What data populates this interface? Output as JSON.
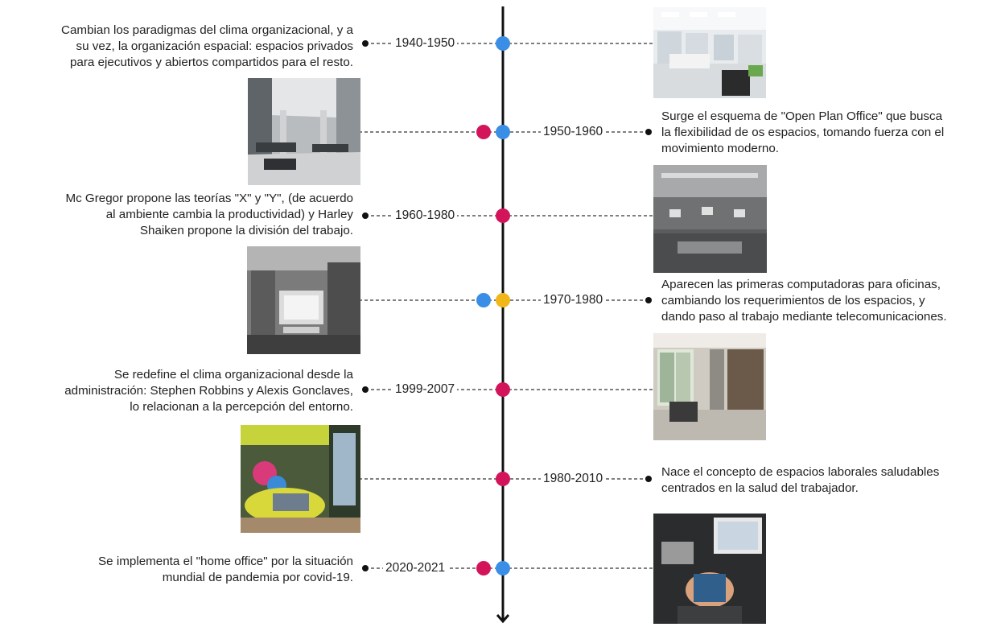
{
  "colors": {
    "axis": "#111111",
    "blue": "#3b8ee6",
    "magenta": "#d3145a",
    "yellow": "#f0b61a",
    "connector": "#333333"
  },
  "events": [
    {
      "date": "1940-1950",
      "text": "Cambian los paradigmas del clima organizacional, y a\nsu vez, la organización espacial: espacios privados\npara ejecutivos y abiertos compartidos para el resto.",
      "side": "left",
      "dots": [
        "blue"
      ],
      "photo_side": "right",
      "photo": "open-office-cubicles-photo"
    },
    {
      "date": "1950-1960",
      "text": "Surge el esquema de \"Open Plan Office\" que busca\nla flexibilidad de os espacios, tomando fuerza con el\nmovimiento moderno.",
      "side": "right",
      "dots": [
        "magenta",
        "blue"
      ],
      "photo_side": "left",
      "photo": "open-plan-hall-photo"
    },
    {
      "date": "1960-1980",
      "text": "Mc Gregor propone las teorías \"X\" y \"Y\", (de acuerdo\nal ambiente cambia la productividad) y Harley\nShaiken propone la división del trabajo.",
      "side": "left",
      "dots": [
        "magenta"
      ],
      "photo_side": "right",
      "photo": "gray-office-photo"
    },
    {
      "date": "1970-1980",
      "text": "Aparecen las primeras computadoras para oficinas,\ncambiando los requerimientos de los espacios, y\ndando paso al trabajo mediante telecomunicaciones.",
      "side": "right",
      "dots": [
        "blue",
        "yellow"
      ],
      "photo_side": "left",
      "photo": "computer-cubicle-photo"
    },
    {
      "date": "1999-2007",
      "text": "Se redefine el clima organizacional desde la\nadministración: Stephen Robbins y Alexis Gonclaves,\nlo relacionan a la percepción del entorno.",
      "side": "left",
      "dots": [
        "magenta"
      ],
      "photo_side": "right",
      "photo": "modern-office-photo"
    },
    {
      "date": "1980-2010",
      "text": "Nace el concepto de espacios laborales saludables\ncentrados en la salud del trabajador.",
      "side": "right",
      "dots": [
        "magenta"
      ],
      "photo_side": "left",
      "photo": "colorful-lounge-photo"
    },
    {
      "date": "2020-2021",
      "text": "Se implementa el \"home office\" por la situación\nmundial de pandemia por covid-19.",
      "side": "left",
      "dots": [
        "magenta",
        "blue"
      ],
      "photo_side": "right",
      "photo": "home-office-desk-photo"
    }
  ]
}
